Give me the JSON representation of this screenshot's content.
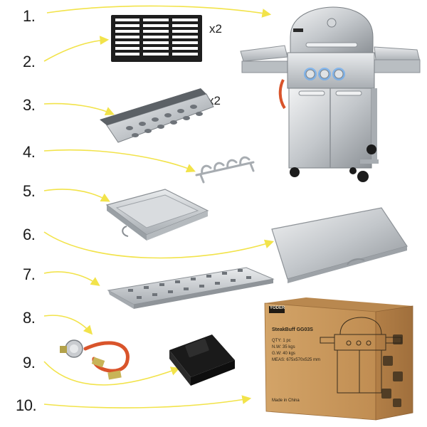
{
  "numbers": [
    "1.",
    "2.",
    "3.",
    "4.",
    "5.",
    "6.",
    "7.",
    "8.",
    "9.",
    "10."
  ],
  "quantities": {
    "grate": "x2",
    "flame_tamer": "x2"
  },
  "box": {
    "brand": "YODER",
    "model": "SteakBuff GG03S",
    "qty": "QTY: 1 pc",
    "nw": "N.W: 35 kgs",
    "gw": "G.W: 40 kgs",
    "meas": "MEAS: 675x570x525 mm",
    "made_in": "Made in China"
  },
  "colors": {
    "arrow": "#f2e34a",
    "steel": "#c9ccd0",
    "cardboard": "#c99a5e",
    "knob_glow": "#4aa3ff",
    "hose": "#d9542b"
  }
}
